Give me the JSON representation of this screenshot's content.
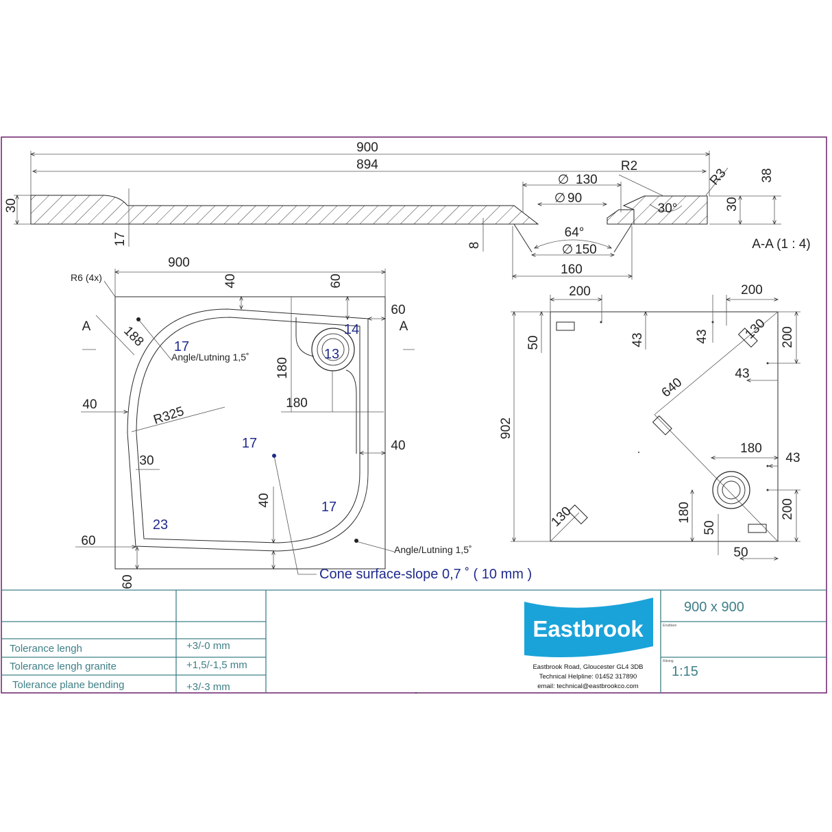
{
  "section": {
    "overall_length": "900",
    "inner_length": "894",
    "left_height": "30",
    "right_height": "30",
    "total_height": "38",
    "step_depth": "17",
    "r2": "R2",
    "r3": "R3",
    "dia130": "130",
    "dia90": "90",
    "dia150": "150",
    "width160": "160",
    "angle30": "30°",
    "angle64": "64°",
    "drop8": "8",
    "title": "A-A (1 : 4)"
  },
  "plan": {
    "overall_width": "900",
    "corner_radius": "R6 (4x)",
    "top_edge_40": "40",
    "top_right_60": "60",
    "right_60": "60",
    "section_label": "A",
    "diag188": "188",
    "label17_top": "17",
    "angle_top": "Angle/Lutning 1,5˚",
    "label14": "14",
    "label13": "13",
    "dim180_v": "180",
    "dim180_h": "180",
    "left40": "40",
    "r325": "R325",
    "right40": "40",
    "center17": "17",
    "left30": "30",
    "inner40": "40",
    "label17_right": "17",
    "label23": "23",
    "left60": "60",
    "angle_bottom": "Angle/Lutning 1,5˚",
    "cone": "Cone surface-slope  0,7  ˚ ( 10 mm )",
    "bottom60": "60"
  },
  "underside": {
    "top200_left": "200",
    "top200_right": "200",
    "d50_left": "50",
    "d43_a": "43",
    "d43_b": "43",
    "d130_top": "130",
    "d200_right_top": "200",
    "d43_c": "43",
    "diag640": "640",
    "height902": "902",
    "d180_h": "180",
    "d43_d": "43",
    "d200_right_bottom": "200",
    "d180_v": "180",
    "d130_bottom": "130",
    "d50_mid": "50",
    "d50_bottom": "50"
  },
  "titleblock": {
    "rows": [
      {
        "label": "Tolerance lengh",
        "value": "+3/-0 mm"
      },
      {
        "label": "Tolerance lengh granite",
        "value": "+1,5/-1,5 mm"
      },
      {
        "label": "Tolerance plane bending",
        "value": "+3/-3 mm"
      }
    ],
    "brand": "Eastbrook",
    "address": "Eastbrook Road, Gloucester GL4 3DB",
    "helpline": "Technical Helpline: 01452 317890",
    "email": "email: technical@eastbrookco.com",
    "size": "900 x 900",
    "creator_label": "Ersättare",
    "scale_label": "Ritning",
    "scale": "1:15",
    "brand_color": "#1aa3d9"
  }
}
